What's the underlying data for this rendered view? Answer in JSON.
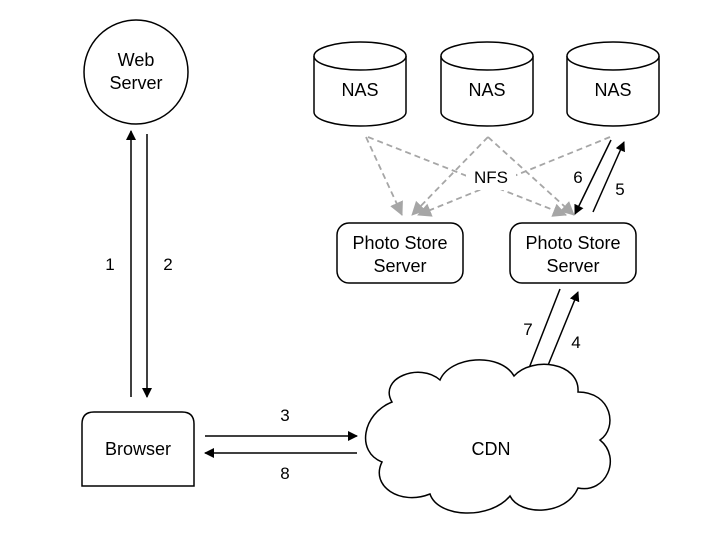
{
  "nodes": {
    "web_server": [
      "Web",
      "Server"
    ],
    "browser": "Browser",
    "cdn": "CDN",
    "nas_1": "NAS",
    "nas_2": "NAS",
    "nas_3": "NAS",
    "photo_store_1": [
      "Photo Store",
      "Server"
    ],
    "photo_store_2": [
      "Photo Store",
      "Server"
    ]
  },
  "edges": {
    "e1": "1",
    "e2": "2",
    "e3": "3",
    "e4": "4",
    "e5": "5",
    "e6": "6",
    "e7": "7",
    "e8": "8",
    "nfs": "NFS"
  },
  "colors": {
    "stroke": "#000000",
    "dashed": "#a6a6a6",
    "fill": "#ffffff"
  }
}
